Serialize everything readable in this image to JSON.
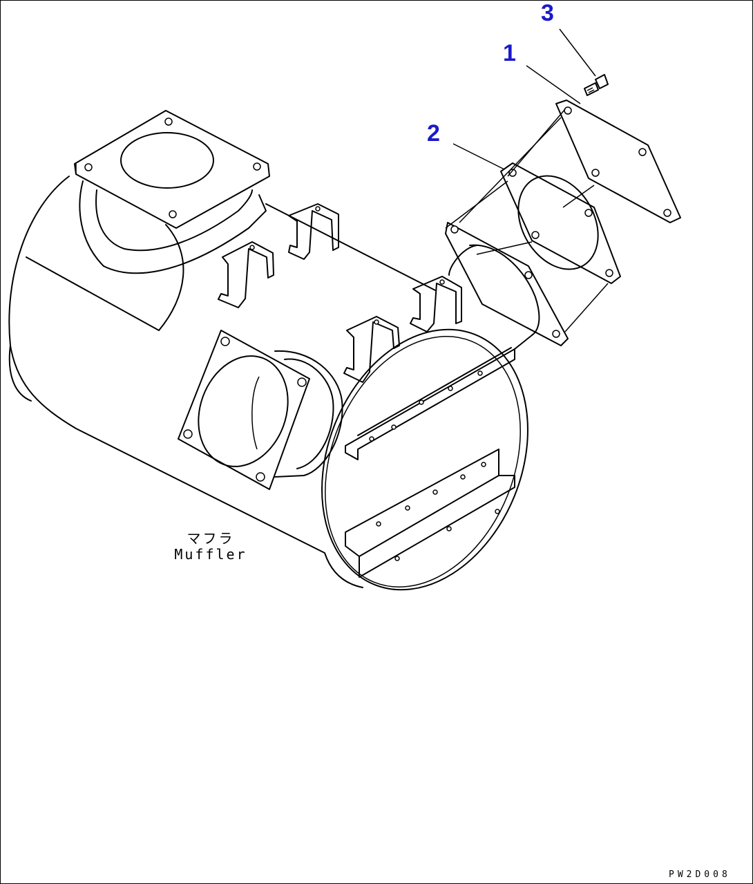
{
  "callouts": [
    {
      "number": "3",
      "color": "#1a1acc"
    },
    {
      "number": "1",
      "color": "#1a1acc"
    },
    {
      "number": "2",
      "color": "#1a1acc"
    }
  ],
  "muffler_label": {
    "japanese": "マフラ",
    "english": "Muffler"
  },
  "drawing_code": "PW2D008",
  "colors": {
    "line": "#000000",
    "background": "#ffffff",
    "callout": "#1a1acc"
  }
}
